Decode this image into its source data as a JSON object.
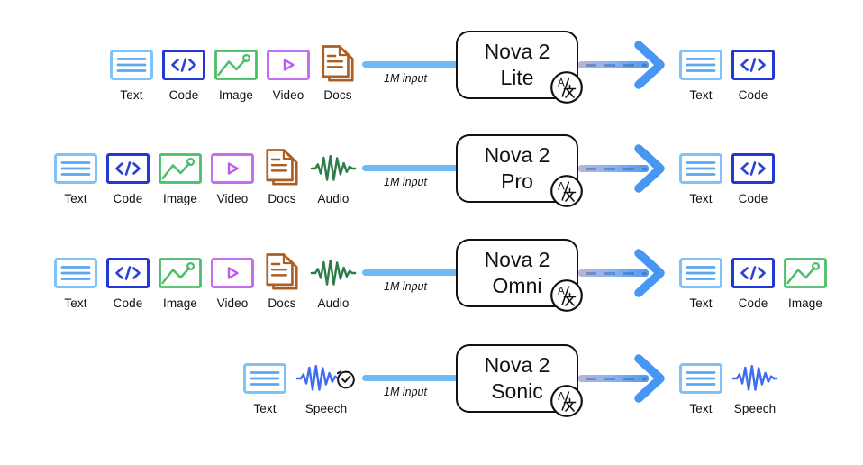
{
  "diagram": "Nova 2 model family input/output modalities",
  "input_label": "1M input",
  "translate_badge": "A/文",
  "colors": {
    "text_icon": "#7ec2f8",
    "text_lines": "#5aa7f4",
    "code_icon": "#2337d6",
    "image_icon": "#4cbd69",
    "video_icon": "#c76df2",
    "docs_icon": "#ad5e20",
    "audio_icon": "#2e7d49",
    "speech_icon": "#3e6df2",
    "input_line": "#6ebaf6",
    "arrow_blue": "#4796f4",
    "arrow_gradient_start": "#bab4d2",
    "box_border": "#111111"
  },
  "rows": [
    {
      "model": {
        "line1": "Nova 2",
        "line2": "Lite"
      },
      "input_label": "1M input",
      "inputs": [
        {
          "label": "Text",
          "icon": "text-icon"
        },
        {
          "label": "Code",
          "icon": "code-icon"
        },
        {
          "label": "Image",
          "icon": "image-icon"
        },
        {
          "label": "Video",
          "icon": "video-icon"
        },
        {
          "label": "Docs",
          "icon": "docs-icon"
        }
      ],
      "outputs": [
        {
          "label": "Text",
          "icon": "text-icon"
        },
        {
          "label": "Code",
          "icon": "code-icon"
        }
      ]
    },
    {
      "model": {
        "line1": "Nova 2",
        "line2": "Pro"
      },
      "input_label": "1M input",
      "inputs": [
        {
          "label": "Text",
          "icon": "text-icon"
        },
        {
          "label": "Code",
          "icon": "code-icon"
        },
        {
          "label": "Image",
          "icon": "image-icon"
        },
        {
          "label": "Video",
          "icon": "video-icon"
        },
        {
          "label": "Docs",
          "icon": "docs-icon"
        },
        {
          "label": "Audio",
          "icon": "audio-icon"
        }
      ],
      "outputs": [
        {
          "label": "Text",
          "icon": "text-icon"
        },
        {
          "label": "Code",
          "icon": "code-icon"
        }
      ]
    },
    {
      "model": {
        "line1": "Nova 2",
        "line2": "Omni"
      },
      "input_label": "1M input",
      "inputs": [
        {
          "label": "Text",
          "icon": "text-icon"
        },
        {
          "label": "Code",
          "icon": "code-icon"
        },
        {
          "label": "Image",
          "icon": "image-icon"
        },
        {
          "label": "Video",
          "icon": "video-icon"
        },
        {
          "label": "Docs",
          "icon": "docs-icon"
        },
        {
          "label": "Audio",
          "icon": "audio-icon"
        }
      ],
      "outputs": [
        {
          "label": "Text",
          "icon": "text-icon"
        },
        {
          "label": "Code",
          "icon": "code-icon"
        },
        {
          "label": "Image",
          "icon": "image-icon"
        }
      ]
    },
    {
      "model": {
        "line1": "Nova 2",
        "line2": "Sonic"
      },
      "input_label": "1M input",
      "inputs": [
        {
          "label": "Text",
          "icon": "text-icon"
        },
        {
          "label": "Speech",
          "icon": "speech-clock-icon"
        }
      ],
      "outputs": [
        {
          "label": "Text",
          "icon": "text-icon"
        },
        {
          "label": "Speech",
          "icon": "speech-icon"
        }
      ]
    }
  ]
}
